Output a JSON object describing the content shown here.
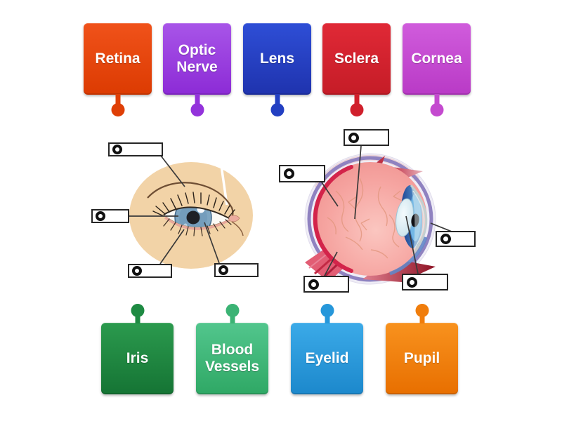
{
  "canvas": {
    "background": "#FFFFFF",
    "text_color": "#FFFFFF"
  },
  "top_tiles": [
    {
      "label": "Retina",
      "color_top": "#F0521A",
      "color_bottom": "#DC3B02",
      "pin": "#DF3F06"
    },
    {
      "label": "Optic Nerve",
      "color_top": "#A855E8",
      "color_bottom": "#8C2BD6",
      "pin": "#9333DB"
    },
    {
      "label": "Lens",
      "color_top": "#2E4ED6",
      "color_bottom": "#1F33AE",
      "pin": "#2340C2"
    },
    {
      "label": "Sclera",
      "color_top": "#E02936",
      "color_bottom": "#C51C27",
      "pin": "#D0202C"
    },
    {
      "label": "Cornea",
      "color_top": "#D05CDC",
      "color_bottom": "#B93AC6",
      "pin": "#C44ACF"
    }
  ],
  "bottom_tiles": [
    {
      "label": "Iris",
      "color_top": "#2B9A4E",
      "color_bottom": "#157434",
      "pin": "#1E8A42"
    },
    {
      "label": "Blood Vessels",
      "color_top": "#52C68D",
      "color_bottom": "#2FA865",
      "pin": "#3BB374"
    },
    {
      "label": "Eyelid",
      "color_top": "#3BAAE8",
      "color_bottom": "#1C88CC",
      "pin": "#2697DA"
    },
    {
      "label": "Pupil",
      "color_top": "#F8921E",
      "color_bottom": "#E86F00",
      "pin": "#F07D0C"
    }
  ],
  "slots": {
    "marker_icon": "ring",
    "box_border": "#262626",
    "ring_color": "#111111"
  },
  "connector_color": "#3A3A3A"
}
